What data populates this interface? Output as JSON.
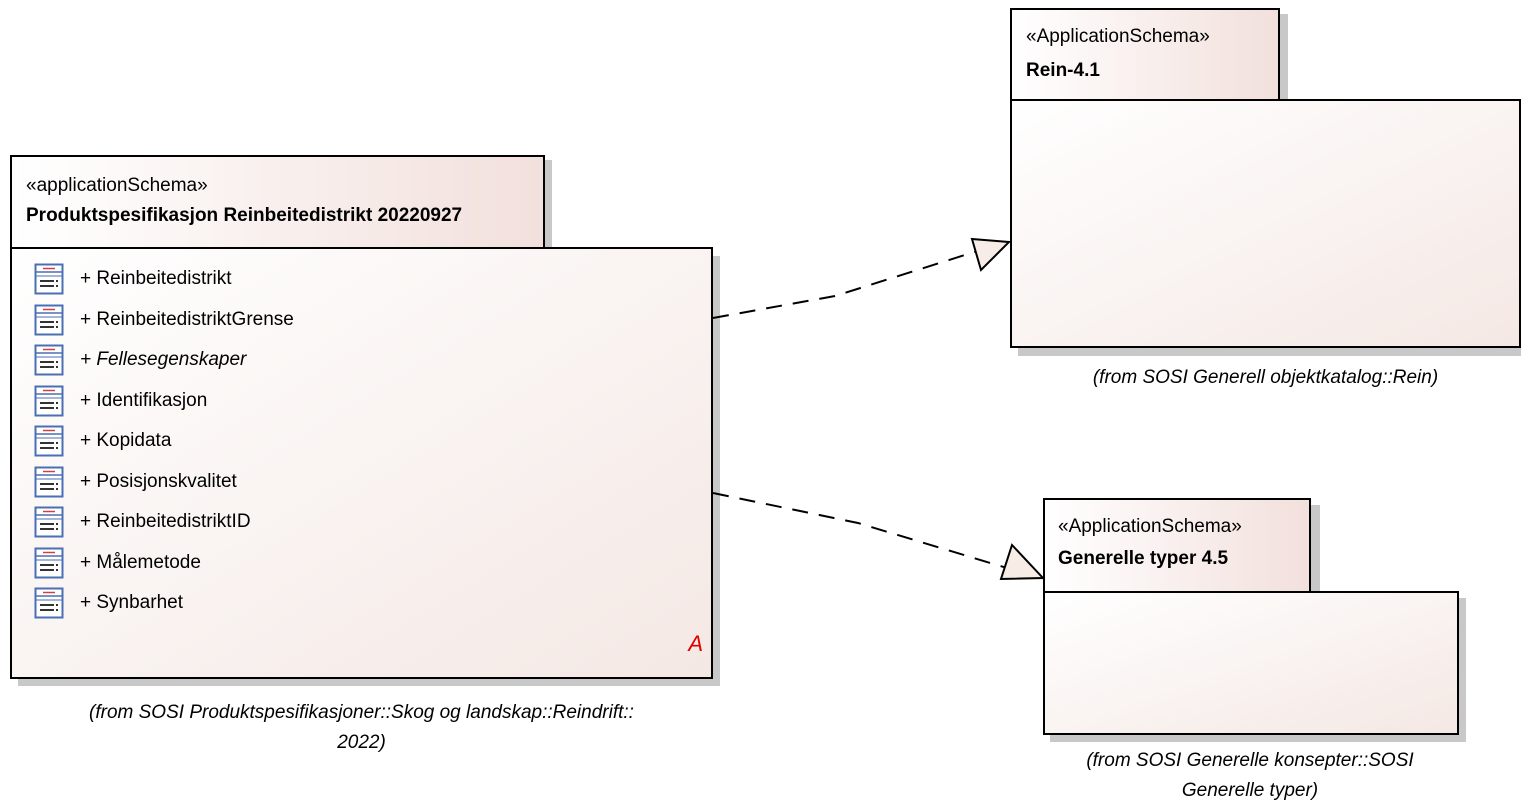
{
  "main_package": {
    "stereotype": "«applicationSchema»",
    "name": "Produktspesifikasjon Reinbeitedistrikt 20220927",
    "members": [
      {
        "label": "+ Reinbeitedistrikt",
        "icon": "class-icon"
      },
      {
        "label": "+ ReinbeitedistriktGrense",
        "icon": "class-icon"
      },
      {
        "label": "+ Fellesegenskaper",
        "icon": "class-icon",
        "italic": true
      },
      {
        "label": "+ Identifikasjon",
        "icon": "class-icon"
      },
      {
        "label": "+ Kopidata",
        "icon": "class-icon"
      },
      {
        "label": "+ Posisjonskvalitet",
        "icon": "class-icon"
      },
      {
        "label": "+ ReinbeitedistriktID",
        "icon": "class-icon"
      },
      {
        "label": "+ Målemetode",
        "icon": "class-icon"
      },
      {
        "label": "+ Synbarhet",
        "icon": "class-icon"
      }
    ],
    "marker": "A",
    "from_line1": "(from SOSI Produktspesifikasjoner::Skog og landskap::Reindrift::",
    "from_line2": "2022)"
  },
  "rein_package": {
    "stereotype": "«ApplicationSchema»",
    "name": "Rein-4.1",
    "from": "(from SOSI Generell objektkatalog::Rein)"
  },
  "generelle_package": {
    "stereotype": "«ApplicationSchema»",
    "name": "Generelle typer 4.5",
    "from_line1": "(from SOSI Generelle konsepter::SOSI",
    "from_line2": "Generelle typer)"
  },
  "colors": {
    "package_fill": "#f4e8e4",
    "tab_fill": "#f2e0dc",
    "icon_stroke": "#4a6fb5",
    "marker": "#e00000"
  }
}
